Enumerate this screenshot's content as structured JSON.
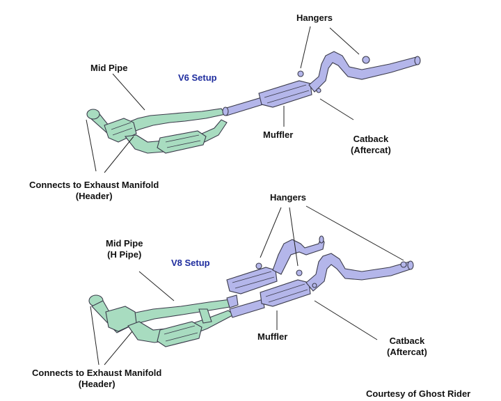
{
  "v6": {
    "setup_label": "V6 Setup",
    "hangers": "Hangers",
    "mid_pipe": "Mid Pipe",
    "muffler": "Muffler",
    "catback_line1": "Catback",
    "catback_line2": "(Aftercat)",
    "connects_line1": "Connects to Exhaust Manifold",
    "connects_line2": "(Header)"
  },
  "v8": {
    "setup_label": "V8 Setup",
    "hangers": "Hangers",
    "mid_pipe_line1": "Mid Pipe",
    "mid_pipe_line2": "(H Pipe)",
    "muffler": "Muffler",
    "catback_line1": "Catback",
    "catback_line2": "(Aftercat)",
    "connects_line1": "Connects to Exhaust Manifold",
    "connects_line2": "(Header)"
  },
  "credit": "Courtesy of Ghost Rider",
  "colors": {
    "midpipe_fill": "#a8dcc0",
    "catback_fill": "#b4b6ea",
    "outline": "#3a3a4a",
    "label_text": "#111111",
    "setup_text": "#1f2d9e"
  }
}
